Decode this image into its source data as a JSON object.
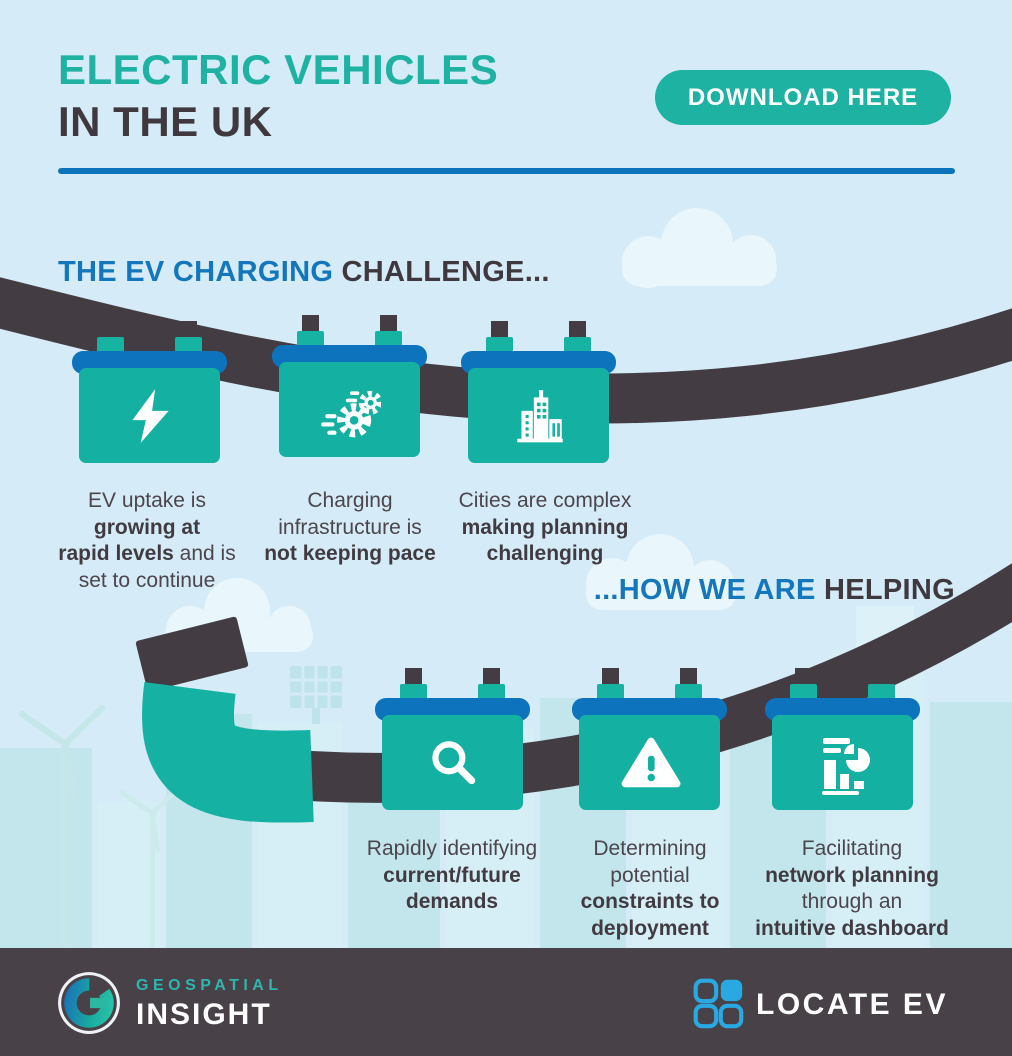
{
  "colors": {
    "background": "#d5ebf7",
    "accent_teal": "#1db2a2",
    "accent_blue": "#0d73bd",
    "heading_blue": "#1476bd",
    "dark_text": "#3f393f",
    "cable_dark": "#433c43",
    "battery_body": "#14b0a1",
    "footer_bg": "#484248",
    "locate_blue": "#29a8e2"
  },
  "header": {
    "title_accent": "ELECTRIC VEHICLES",
    "title_dark": "IN THE UK",
    "download_label": "DOWNLOAD HERE"
  },
  "challenge_section": {
    "heading_accent": "THE EV CHARGING ",
    "heading_dark": "CHALLENGE...",
    "items": [
      {
        "icon": "lightning-icon",
        "caption": [
          [
            {
              "t": "EV uptake is"
            }
          ],
          [
            {
              "t": "growing at",
              "b": true
            }
          ],
          [
            {
              "t": "rapid levels",
              "b": true
            },
            {
              "t": " and is"
            }
          ],
          [
            {
              "t": "set to continue"
            }
          ]
        ]
      },
      {
        "icon": "gears-icon",
        "caption": [
          [
            {
              "t": "Charging"
            }
          ],
          [
            {
              "t": "infrastructure is"
            }
          ],
          [
            {
              "t": "not keeping pace",
              "b": true
            }
          ]
        ]
      },
      {
        "icon": "city-icon",
        "caption": [
          [
            {
              "t": "Cities are complex"
            }
          ],
          [
            {
              "t": "making planning",
              "b": true
            }
          ],
          [
            {
              "t": "challenging",
              "b": true
            }
          ]
        ]
      }
    ]
  },
  "helping_section": {
    "heading_accent": "...HOW WE ARE ",
    "heading_dark": "HELPING",
    "items": [
      {
        "icon": "magnifier-icon",
        "caption": [
          [
            {
              "t": "Rapidly identifying"
            }
          ],
          [
            {
              "t": "current/future",
              "b": true
            }
          ],
          [
            {
              "t": "demands",
              "b": true
            }
          ]
        ]
      },
      {
        "icon": "warning-icon",
        "caption": [
          [
            {
              "t": "Determining"
            }
          ],
          [
            {
              "t": "potential"
            }
          ],
          [
            {
              "t": "constraints to",
              "b": true
            }
          ],
          [
            {
              "t": "deployment",
              "b": true
            }
          ]
        ]
      },
      {
        "icon": "dashboard-icon",
        "caption": [
          [
            {
              "t": "Facilitating"
            }
          ],
          [
            {
              "t": "network planning",
              "b": true
            }
          ],
          [
            {
              "t": "through an"
            }
          ],
          [
            {
              "t": "intuitive dashboard",
              "b": true
            }
          ]
        ]
      }
    ]
  },
  "footer": {
    "brand_top": "GEOSPATIAL",
    "brand_bottom": "INSIGHT",
    "product": "LOCATE EV"
  }
}
